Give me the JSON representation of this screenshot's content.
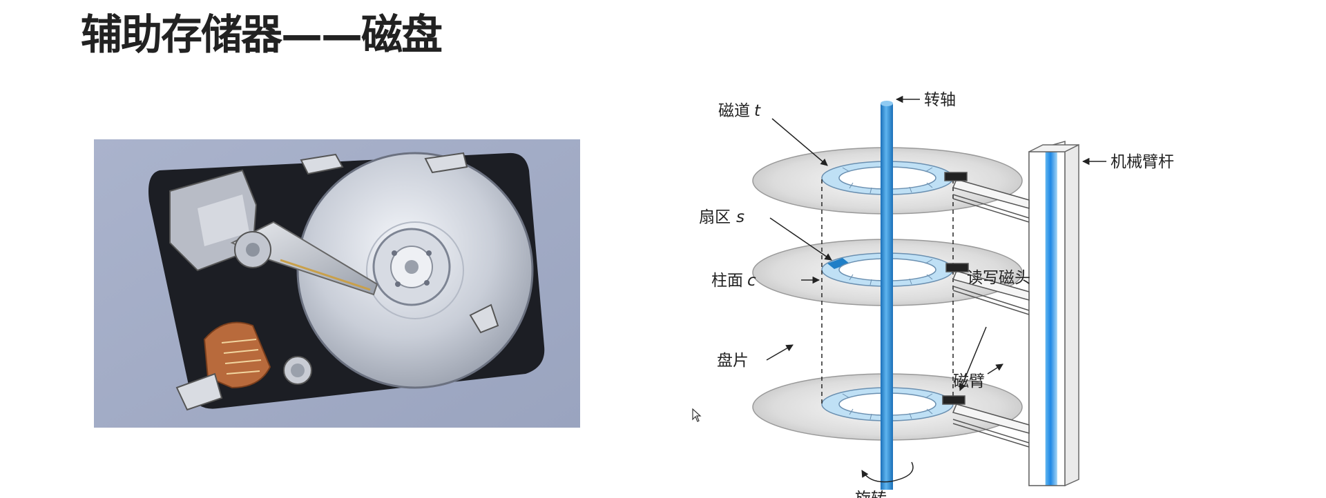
{
  "title": "辅助存储器——磁盘",
  "colors": {
    "title_text": "#222222",
    "spindle_blue": "#2f8fd8",
    "track_light_blue": "#bfe0f5",
    "sector_blue": "#1f7fc7",
    "arm_bar_blue": "#1e88e5",
    "platter_gray": "#d9d9d9",
    "photo_background": "#a3adc8"
  },
  "photo": {
    "subject": "hard-disk-drive-photo"
  },
  "diagram": {
    "labels": {
      "track_word": "磁道",
      "track_var": "t",
      "spindle": "转轴",
      "arm_assembly": "机械臂杆",
      "sector_word": "扇区",
      "sector_var": "s",
      "cylinder_word": "柱面",
      "cylinder_var": "c",
      "read_write_head": "读写磁头",
      "platter": "盘片",
      "arm": "磁臂",
      "rotation": "旋转"
    }
  }
}
